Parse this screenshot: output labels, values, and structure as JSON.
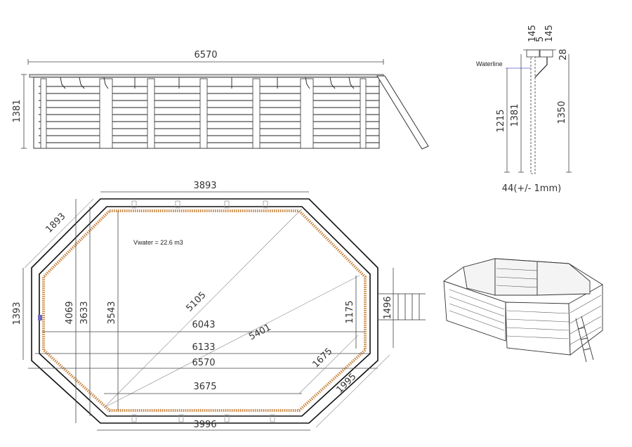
{
  "elevation_view": {
    "overall_length": "6570",
    "height": "1381"
  },
  "section_view": {
    "top_dims": [
      "145",
      "5",
      "145"
    ],
    "cap_height": "28",
    "waterline_label": "Waterline",
    "water_depth": "1215",
    "wall_height": "1381",
    "inner_height": "1350",
    "wall_thickness": "44(+/- 1mm)"
  },
  "plan_view": {
    "volume_label": "Vwater = 22.6 m3",
    "top_length": "3893",
    "diagonal_side": "1893",
    "left_short_side": "1393",
    "outer_width": "4069",
    "mid_width": "3633",
    "inner_width": "3543",
    "diagonal_1": "5105",
    "diagonal_2": "5401",
    "inner_length": "6043",
    "mid_length": "6133",
    "outer_length": "6570",
    "right_inner_short": "1175",
    "right_outer_short": "1496",
    "inner_diagonal": "1675",
    "outer_diagonal": "1995",
    "bottom_inner": "3675",
    "bottom_outer": "3996"
  },
  "colors": {
    "wood_accent": "#c8843f",
    "waterline": "#5a5ad0",
    "line": "#444444"
  }
}
